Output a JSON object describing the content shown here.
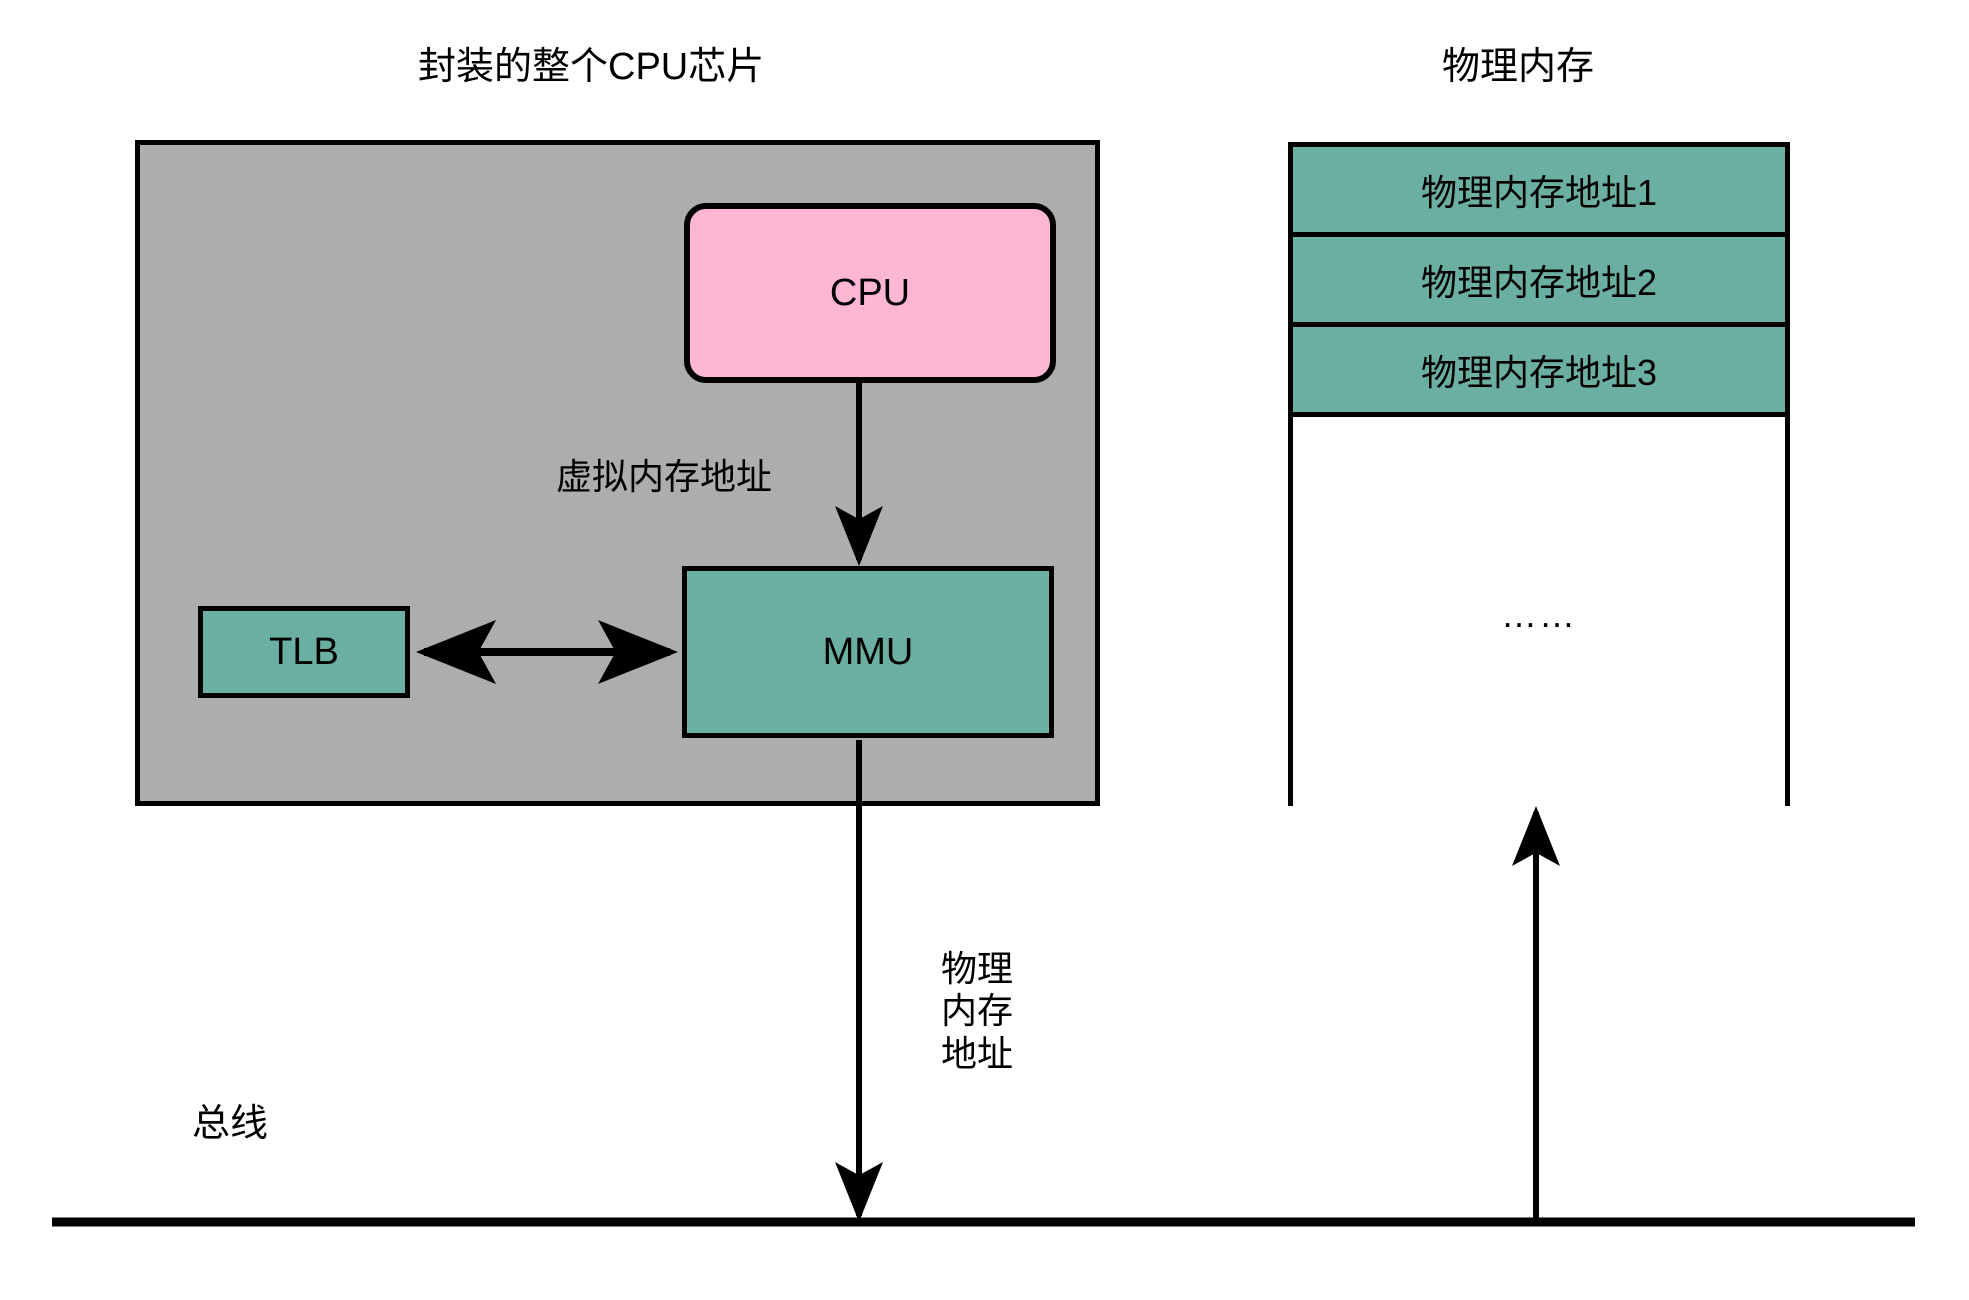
{
  "titles": {
    "cpu_chip": "封装的整个CPU芯片",
    "physical_memory": "物理内存"
  },
  "cpu_chip": {
    "cpu": {
      "label": "CPU",
      "fill": "#FFB6D5"
    },
    "mmu": {
      "label": "MMU",
      "fill": "#6BAFA2"
    },
    "tlb": {
      "label": "TLB",
      "fill": "#6BAFA2"
    },
    "container_fill": "#ADADAD"
  },
  "memory": {
    "cells": [
      {
        "label": "物理内存地址1"
      },
      {
        "label": "物理内存地址2"
      },
      {
        "label": "物理内存地址3"
      }
    ],
    "ellipsis": "……",
    "cell_fill": "#6BAFA2"
  },
  "edges": {
    "virtual_address": "虚拟内存地址",
    "physical_address": "物理\n内存\n地址",
    "bus": "总线"
  },
  "colors": {
    "stroke": "#000000",
    "background": "#FFFFFF",
    "chip_gray": "#ADADAD",
    "teal": "#6BAFA2",
    "pink": "#FFB6D5"
  }
}
